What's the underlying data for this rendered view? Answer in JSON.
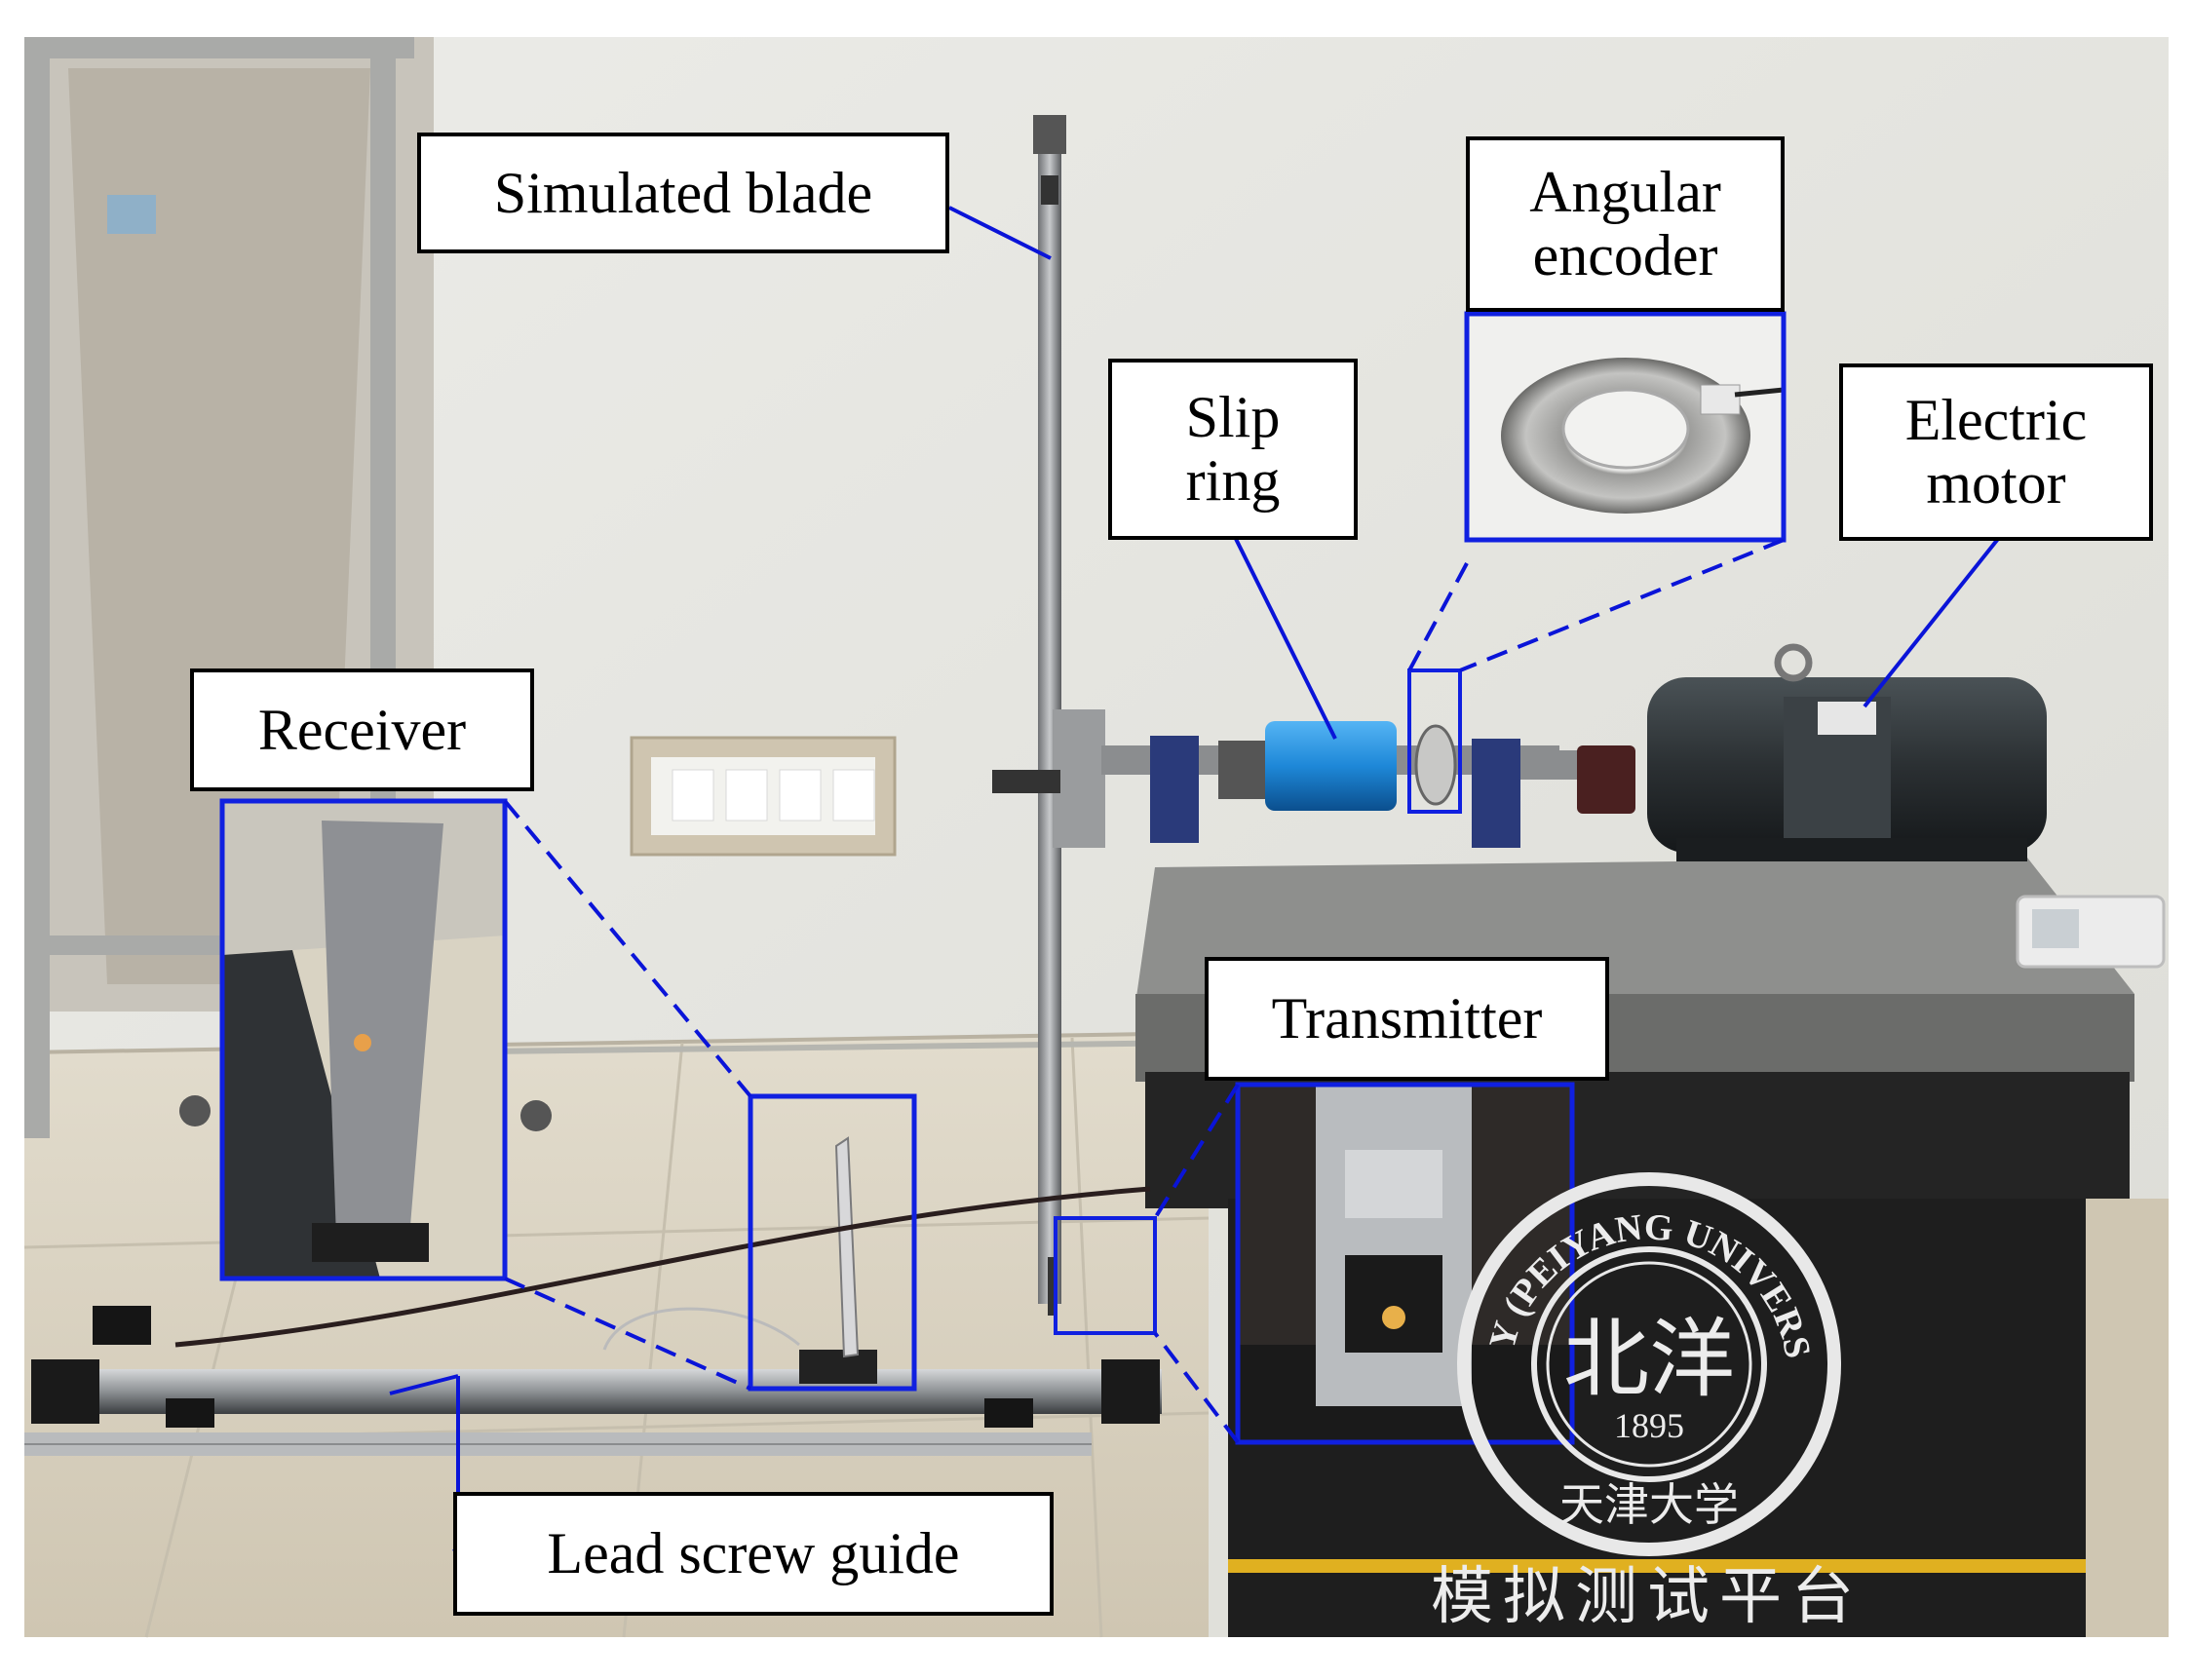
{
  "labels": {
    "simulated_blade": "Simulated blade",
    "angular_encoder": "Angular\nencoder",
    "slip_ring": "Slip\nring",
    "electric_motor": "Electric\nmotor",
    "receiver": "Receiver",
    "transmitter": "Transmitter",
    "lead_screw_guide": "Lead screw guide"
  },
  "platform_text": "模拟测试平台",
  "seal": {
    "ring_text": "RSITY (PEIYANG UNIVERSITY)",
    "center_chars": "北洋",
    "year": "1895",
    "bottom_chars": "天津大学"
  },
  "colors": {
    "callout_line": "#0a14d8",
    "inset_border": "#1020e0",
    "label_border": "#000000",
    "wall": "#e6e6e2",
    "floor": "#d9d1bf",
    "cabinet": "#1e1e1e",
    "slip_ring_body": "#1e88d8",
    "motor_body": "#2b3033"
  },
  "icons": [
    "outlet-icon",
    "seal-emblem",
    "ruler"
  ]
}
